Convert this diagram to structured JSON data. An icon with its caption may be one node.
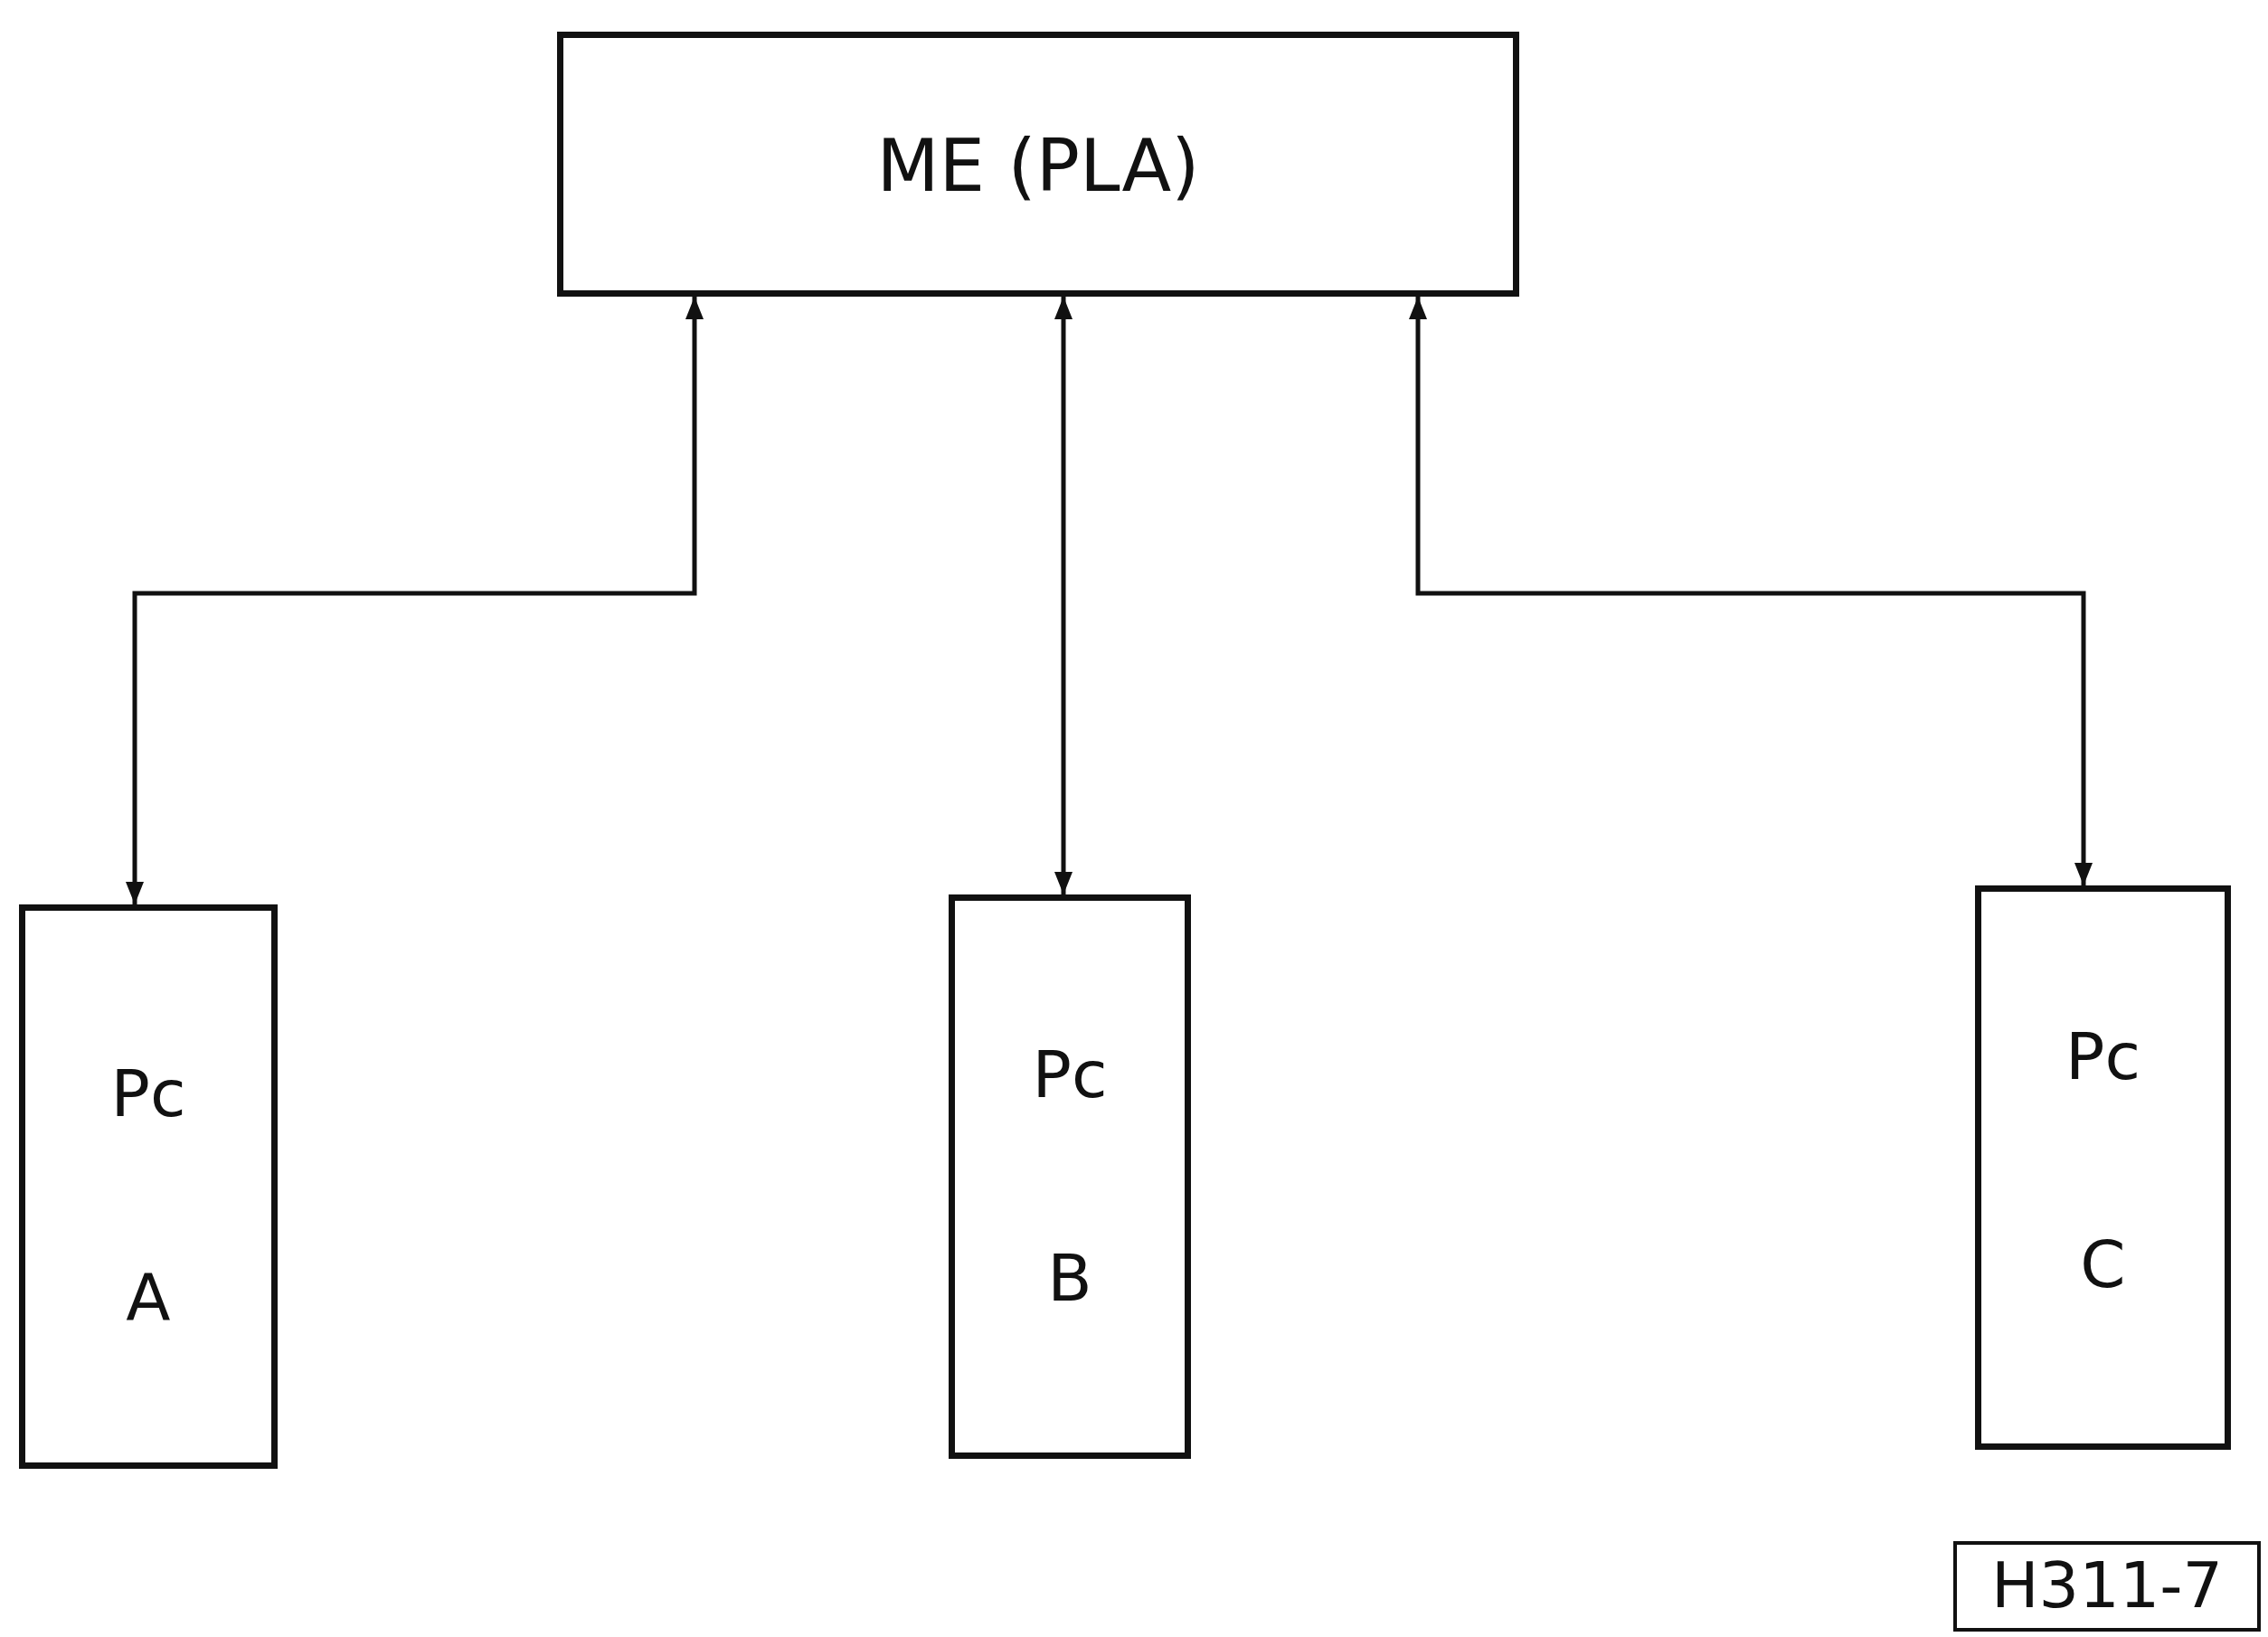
{
  "diagram": {
    "nodes": [
      {
        "text": [
          "ME (PLA)"
        ]
      },
      {
        "text": [
          "Pc",
          "A"
        ]
      },
      {
        "text": [
          "Pc",
          "B"
        ]
      },
      {
        "text": [
          "Pc",
          "C"
        ]
      },
      {
        "text": [
          "H311-7"
        ]
      }
    ],
    "edges": [
      {
        "from": 0,
        "to": 1,
        "arrow": "both"
      },
      {
        "from": 0,
        "to": 2,
        "arrow": "both"
      },
      {
        "from": 0,
        "to": 3,
        "arrow": "both"
      }
    ]
  }
}
